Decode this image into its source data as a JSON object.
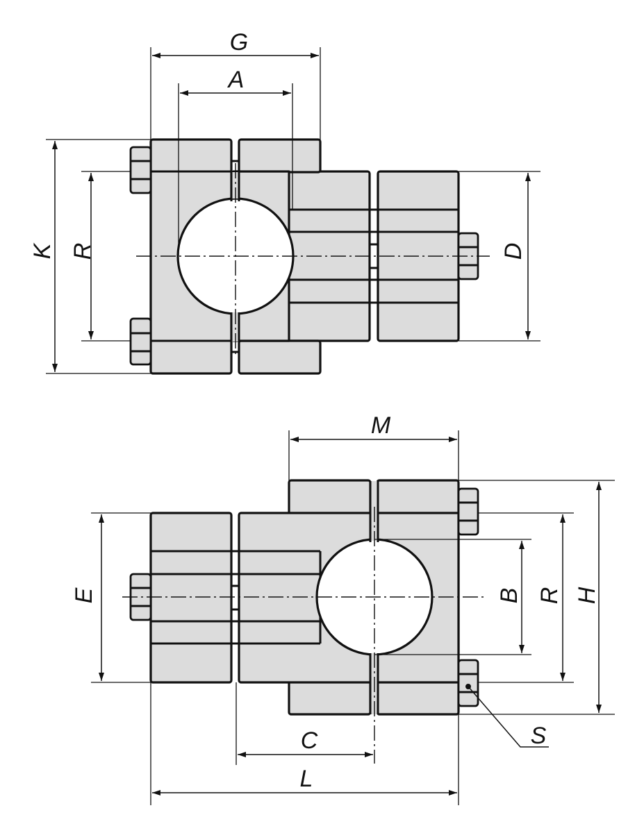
{
  "labels": {
    "G": "G",
    "A": "A",
    "K": "K",
    "R_top": "R",
    "D": "D",
    "M": "M",
    "E": "E",
    "B": "B",
    "R_bottom": "R",
    "H": "H",
    "S": "S",
    "C": "C",
    "L": "L"
  },
  "colors": {
    "part_fill": "#dcdcdc",
    "line": "#111111",
    "background": "#ffffff"
  }
}
